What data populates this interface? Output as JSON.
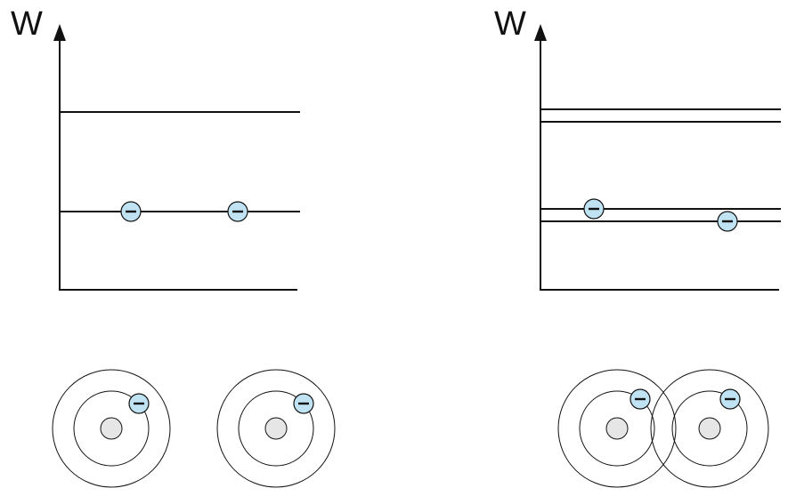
{
  "panels": [
    {
      "id": "left",
      "axis_label": "W",
      "state": "separated atoms, two equal energy levels"
    },
    {
      "id": "right",
      "axis_label": "W",
      "state": "bonded atoms, split energy levels"
    }
  ],
  "electron_symbol": "−",
  "colors": {
    "line": "#111111",
    "electron_fill": "#bfe3f2",
    "nucleus_fill": "#e6e6e6"
  }
}
